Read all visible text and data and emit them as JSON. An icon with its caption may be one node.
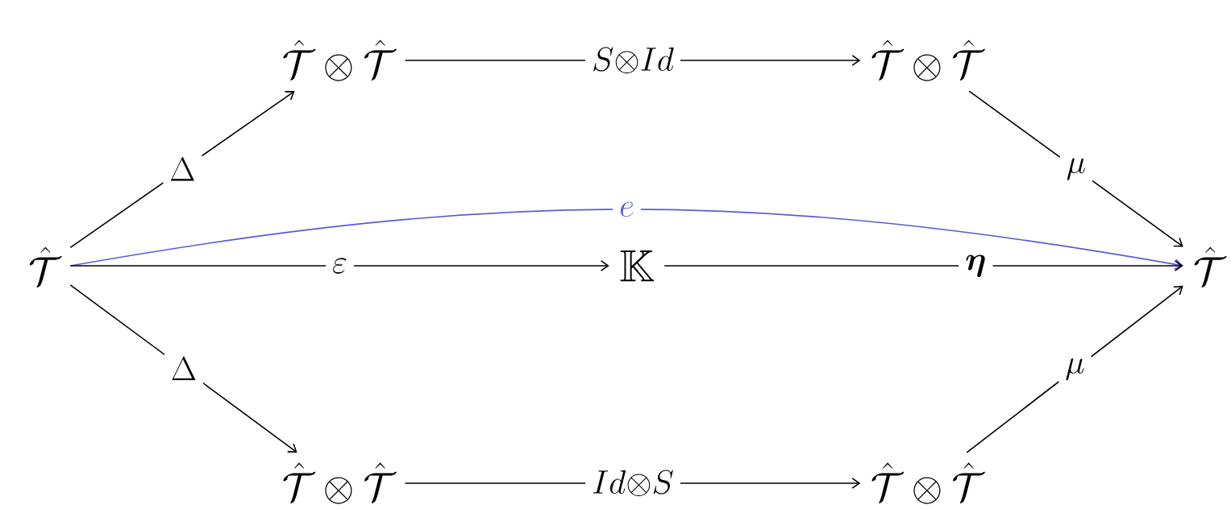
{
  "diagram": {
    "nodes": [
      {
        "text": [
          "\\hat{\\mathcal{T}}"
        ]
      },
      {
        "text": [
          "\\hat{\\mathcal{T}}\\otimes\\hat{\\mathcal{T}}"
        ]
      },
      {
        "text": [
          "\\hat{\\mathcal{T}}\\otimes\\hat{\\mathcal{T}}"
        ]
      },
      {
        "text": [
          "\\mathbb{K}"
        ]
      },
      {
        "text": [
          "\\hat{\\mathcal{T}}"
        ]
      },
      {
        "text": [
          "\\hat{\\mathcal{T}}\\otimes\\hat{\\mathcal{T}}"
        ]
      },
      {
        "text": [
          "\\hat{\\mathcal{T}}\\otimes\\hat{\\mathcal{T}}"
        ]
      }
    ],
    "edges": [
      {
        "from": 0,
        "to": 1,
        "arrow": "to",
        "label": "\\Delta"
      },
      {
        "from": 1,
        "to": 2,
        "arrow": "to",
        "label": "S{\\otimes}Id"
      },
      {
        "from": 2,
        "to": 4,
        "arrow": "to",
        "label": "\\mu"
      },
      {
        "from": 0,
        "to": 4,
        "arrow": "to",
        "label": "e",
        "color": "#5b5bd6"
      },
      {
        "from": 0,
        "to": 3,
        "arrow": "to",
        "label": "\\varepsilon"
      },
      {
        "from": 3,
        "to": 4,
        "arrow": "to",
        "label": "\\boldsymbol{\\eta}"
      },
      {
        "from": 0,
        "to": 5,
        "arrow": "to",
        "label": "\\Delta"
      },
      {
        "from": 5,
        "to": 6,
        "arrow": "to",
        "label": "Id{\\otimes}S"
      },
      {
        "from": 6,
        "to": 4,
        "arrow": "to",
        "label": "\\mu"
      }
    ]
  }
}
